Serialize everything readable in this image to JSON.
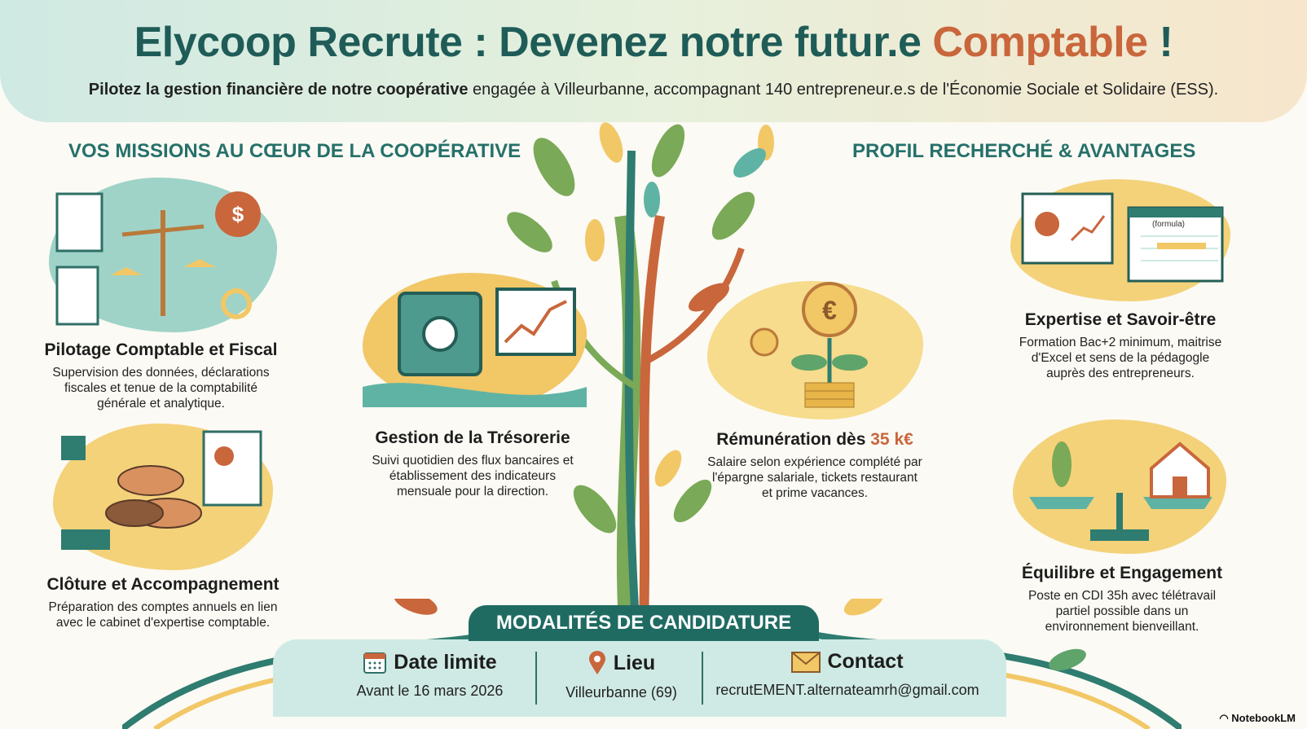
{
  "header": {
    "title_main": "Elycoop Recrute : Devenez notre futur.e",
    "title_accent": "Comptable",
    "title_end": "!",
    "subtitle_bold": "Pilotez la gestion financière de notre coopérative",
    "subtitle_rest": "engagée à Villeurbanne, accompagnant 140 entrepreneur.e.s de l'Économie Sociale et Solidaire (ESS)."
  },
  "sections": {
    "left": "VOS MISSIONS AU CŒUR DE LA COOPÉRATIVE",
    "right": "PROFIL RECHERCHÉ & AVANTAGES"
  },
  "missions": [
    {
      "title": "Pilotage Comptable et Fiscal",
      "desc": "Supervision des données, déclarations fiscales et tenue de la comptabilité générale et analytique."
    },
    {
      "title": "Clôture et Accompagnement",
      "desc": "Préparation des comptes annuels en lien avec le cabinet d'expertise comptable."
    },
    {
      "title": "Gestion de la Trésorerie",
      "desc": "Suivi quotidien des flux bancaires et établissement des indicateurs mensuale pour la direction."
    }
  ],
  "profile": [
    {
      "title": "Rémunération dès",
      "title_accent": "35 k€",
      "desc": "Salaire selon expérience complété par l'épargne salariale, tickets restaurant et prime vacances."
    },
    {
      "title": "Expertise et Savoir-être",
      "desc": "Formation Bac+2 minimum, maitrise d'Excel et sens de la pédagogle auprès des entrepreneurs.",
      "illustration_label": "(formula)"
    },
    {
      "title": "Équilibre et Engagement",
      "desc": "Poste en CDI 35h avec télétravail partiel possible dans un environnement bienveillant."
    }
  ],
  "application": {
    "banner": "MODALITÉS DE CANDIDATURE",
    "items": [
      {
        "label": "Date limite",
        "value": "Avant le 16 mars 2026",
        "icon": "calendar-icon"
      },
      {
        "label": "Lieu",
        "value": "Villeurbanne (69)",
        "icon": "map-pin-icon"
      },
      {
        "label": "Contact",
        "value": "recrutEMENT.alternateamrh@gmail.com",
        "icon": "envelope-icon"
      }
    ]
  },
  "watermark": "NotebookLM",
  "colors": {
    "teal": "#1f6b62",
    "orange": "#c9663c",
    "yellow": "#f2c766",
    "light_teal": "#cfeae4"
  }
}
